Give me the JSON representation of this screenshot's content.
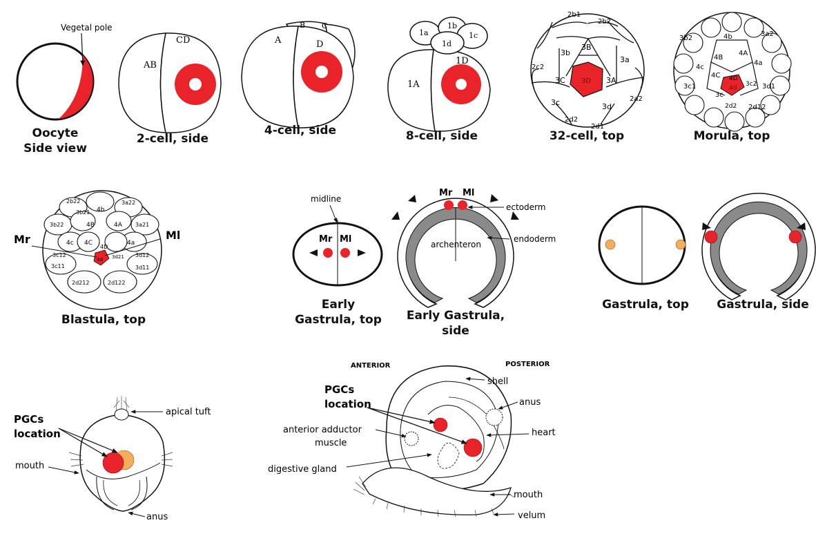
{
  "colors": {
    "marker": "#e8232a",
    "orange": "#f4ad5a",
    "endoderm": "#8a8a8a",
    "ink": "#111111"
  },
  "row1": {
    "oocyte": {
      "caption_line1": "Oocyte",
      "caption_line2": "Side view",
      "pole_label": "Vegetal pole"
    },
    "two_cell": {
      "caption": "2-cell, side",
      "labels": [
        "AB",
        "CD"
      ]
    },
    "four_cell": {
      "caption": "4-cell, side",
      "labels": [
        "A",
        "B",
        "C",
        "D"
      ]
    },
    "eight_cell": {
      "caption": "8-cell, side",
      "labels": [
        "1a",
        "1b",
        "1c",
        "1d",
        "1A",
        "1D"
      ]
    },
    "thirtytwo_cell": {
      "caption": "32-cell, top",
      "labels": [
        "2b1",
        "2b2",
        "3b",
        "2c2",
        "3B",
        "3a",
        "3C",
        "3A",
        "3D",
        "3c",
        "3d",
        "2a2",
        "2d2",
        "2d1"
      ]
    },
    "morula": {
      "caption": "Morula, top",
      "labels": [
        "3b2",
        "4b",
        "3a2",
        "4B",
        "4A",
        "4a",
        "4c",
        "4C",
        "4D",
        "4d",
        "3c1",
        "3c",
        "3c2",
        "3d1",
        "2d2",
        "2d12"
      ]
    }
  },
  "row2": {
    "blastula": {
      "caption": "Blastula, top",
      "left_label": "Mr",
      "right_label": "Ml",
      "cell_labels": [
        "2b22",
        "3b21",
        "4b",
        "3a22",
        "3b22",
        "4B",
        "4A",
        "3a21",
        "4c",
        "4C",
        "4D",
        "4a",
        "3c12",
        "3d12",
        "3c11",
        "4d",
        "3d21",
        "3d11",
        "2d212",
        "2d122"
      ]
    },
    "early_top": {
      "caption_line1": "Early",
      "caption_line2": "Gastrula, top",
      "midline": "midline",
      "left": "Mr",
      "right": "Ml"
    },
    "early_side": {
      "caption_line1": "Early Gastrula,",
      "caption_line2": "side",
      "left": "Mr",
      "right": "Ml",
      "ectoderm": "ectoderm",
      "archenteron": "archenteron",
      "endoderm": "endoderm"
    },
    "gastrula_top": {
      "caption": "Gastrula, top"
    },
    "gastrula_side": {
      "caption": "Gastrula, side"
    }
  },
  "row3": {
    "trochophore": {
      "pgc_line1": "PGCs",
      "pgc_line2": "location",
      "apical_tuft": "apical tuft",
      "mouth": "mouth",
      "anus": "anus"
    },
    "veliger": {
      "anterior": "ANTERIOR",
      "posterior": "POSTERIOR",
      "shell": "shell",
      "pgc_line1": "PGCs",
      "pgc_line2": "location",
      "anus": "anus",
      "adductor_line1": "anterior adductor",
      "adductor_line2": "muscle",
      "heart": "heart",
      "digestive": "digestive gland",
      "mouth": "mouth",
      "velum": "velum"
    }
  }
}
